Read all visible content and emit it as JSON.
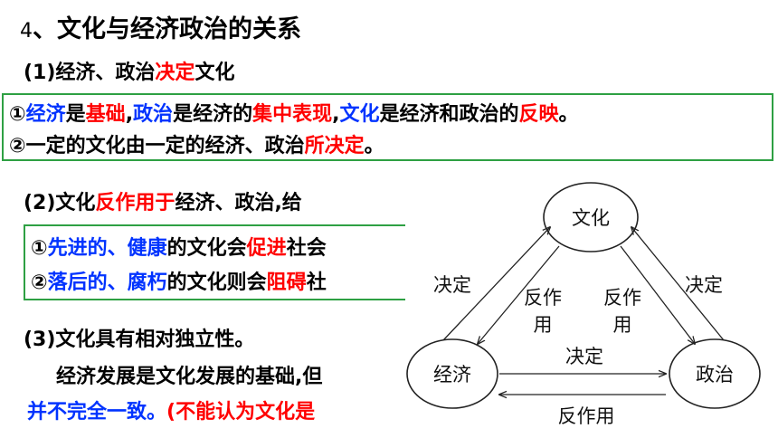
{
  "title": {
    "number": "4",
    "text": "、文化与经济政治的关系"
  },
  "s1": {
    "pre": "(1)经济、政治",
    "key": "决定",
    "post": "文化"
  },
  "box1": {
    "l1": [
      {
        "t": "①",
        "c": ""
      },
      {
        "t": "经济",
        "c": "blue"
      },
      {
        "t": "是",
        "c": ""
      },
      {
        "t": "基础",
        "c": "red"
      },
      {
        "t": ",",
        "c": ""
      },
      {
        "t": "政治",
        "c": "blue"
      },
      {
        "t": "是经济的",
        "c": ""
      },
      {
        "t": "集中表现",
        "c": "red"
      },
      {
        "t": ",",
        "c": ""
      },
      {
        "t": "文化",
        "c": "blue"
      },
      {
        "t": "是经济和政治的",
        "c": ""
      },
      {
        "t": "反映",
        "c": "red"
      },
      {
        "t": "。",
        "c": ""
      }
    ],
    "l2": [
      {
        "t": "②一定的文化由一定的经济、政治",
        "c": ""
      },
      {
        "t": "所决定",
        "c": "red"
      },
      {
        "t": "。",
        "c": ""
      }
    ]
  },
  "s2": {
    "pre": "(2)文化",
    "key": "反作用于",
    "post": "经济、政治,给"
  },
  "box2": {
    "l1": [
      {
        "t": "①",
        "c": ""
      },
      {
        "t": "先进的、健康",
        "c": "blue"
      },
      {
        "t": "的文化会",
        "c": ""
      },
      {
        "t": "促进",
        "c": "red"
      },
      {
        "t": "社会",
        "c": ""
      }
    ],
    "l2": [
      {
        "t": "②",
        "c": ""
      },
      {
        "t": "落后的、腐朽",
        "c": "blue"
      },
      {
        "t": "的文化则会",
        "c": ""
      },
      {
        "t": "阻碍",
        "c": "red"
      },
      {
        "t": "社",
        "c": ""
      }
    ]
  },
  "s3": "(3)文化具有相对独立性。",
  "p1": "经济发展是文化发展的基础,但",
  "p2": {
    "blue": "并不完全一致。",
    "red": "(不能认为文化是"
  },
  "diagram": {
    "nodes": {
      "culture": "文化",
      "economy": "经济",
      "politics": "政治"
    },
    "labels": {
      "left_decide": "决定",
      "left_react_1": "反作",
      "left_react_2": "用",
      "right_react_1": "反作",
      "right_react_2": "用",
      "right_decide": "决定",
      "bottom_decide": "决定",
      "bottom_react": "反作用"
    }
  }
}
